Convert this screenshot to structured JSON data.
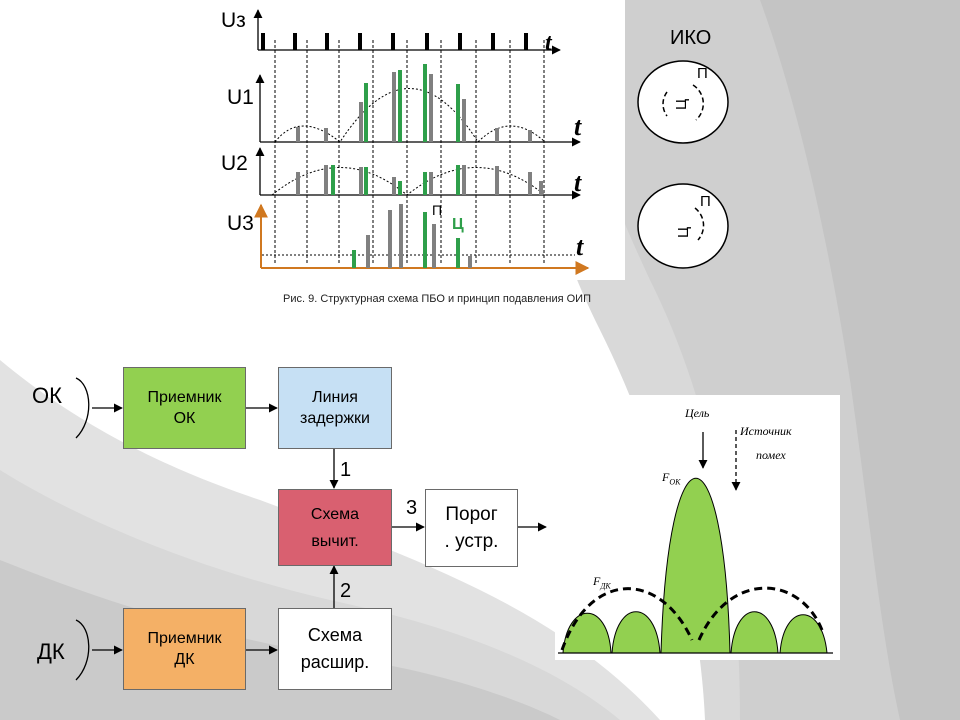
{
  "timing_diagram": {
    "axis_labels": {
      "u_z": "Uз",
      "u1": "U1",
      "u2": "U2",
      "u3": "U3",
      "t": "t"
    },
    "annotations": {
      "p": "П",
      "c": "Ц"
    }
  },
  "iko_displays": {
    "title": "ИКО",
    "top": {
      "p": "П",
      "c": "Ц"
    },
    "bottom": {
      "p": "П",
      "c": "Ц"
    }
  },
  "caption": "Рис. 9. Структурная схема ПБО и принцип подавления ОИП",
  "block_diagram": {
    "input_ok": "ОК",
    "input_dk": "ДК",
    "blocks": {
      "receiver_ok": [
        "Приемник",
        "ОК"
      ],
      "delay_line": [
        "Линия",
        "задержки"
      ],
      "subtractor": [
        "Схема",
        "вычит."
      ],
      "threshold": [
        "Порог",
        ". устр."
      ],
      "receiver_dk": [
        "Приемник",
        "ДК"
      ],
      "expander": [
        "Схема",
        "расшир."
      ]
    },
    "link_numbers": {
      "n1": "1",
      "n2": "2",
      "n3": "3"
    }
  },
  "antenna_pattern": {
    "target": "Цель",
    "interference_source": [
      "Источник",
      "помех"
    ],
    "f_ok": {
      "base": "F",
      "sub": "ОК"
    },
    "f_dk": {
      "base": "F",
      "sub": "ДК"
    }
  },
  "colors": {
    "green_block": "#92d050",
    "blue_block": "#c6e0f4",
    "red_block": "#d96070",
    "orange_block": "#f4b066",
    "pulse_green": "#2e9f4a",
    "pulse_gray": "#808080",
    "u3_axis": "#d07820"
  }
}
